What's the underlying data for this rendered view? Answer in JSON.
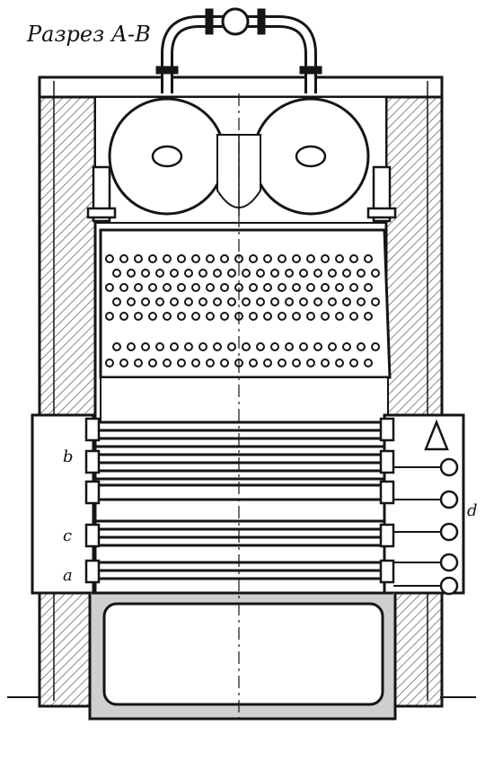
{
  "diagram": {
    "title": "Разрез А-В",
    "labels": {
      "b": "b",
      "c": "c",
      "a": "a",
      "d": "d"
    },
    "colors": {
      "ink": "#151515",
      "paper": "#ffffff",
      "hatch": "#6a6a6a",
      "brick": "#cfcfcf"
    }
  }
}
